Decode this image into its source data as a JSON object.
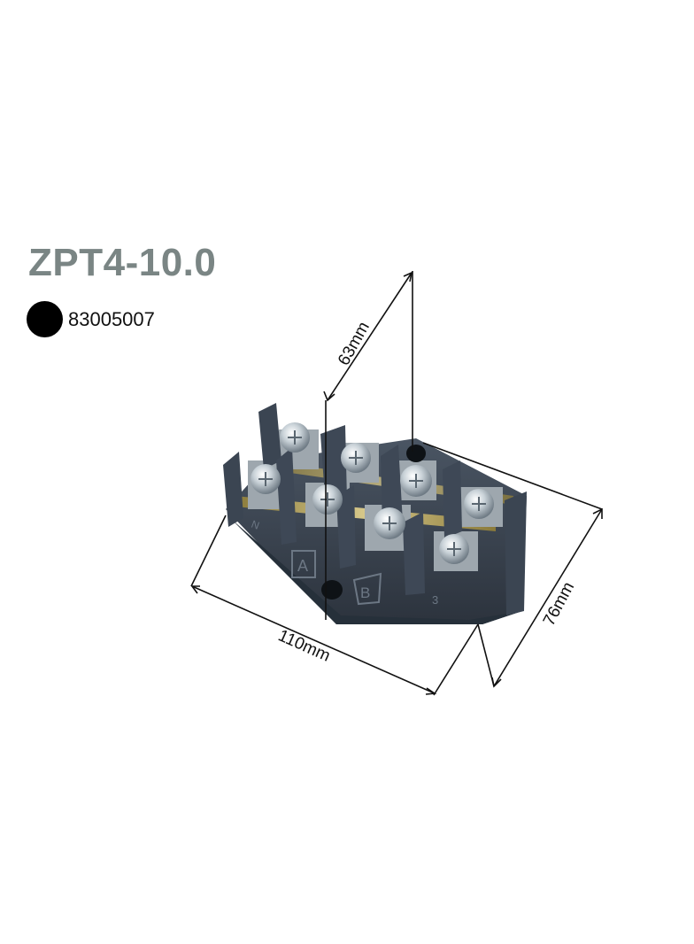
{
  "product": {
    "model": "ZPT4-10.0",
    "color_name": "black",
    "color_hex": "#000000",
    "article_number": "83005007"
  },
  "dimensions": {
    "height_label": "63mm",
    "length_label": "110mm",
    "width_label": "76mm"
  },
  "terminal_markings": {
    "n": "N",
    "a": "A",
    "b": "B",
    "three": "3"
  }
}
